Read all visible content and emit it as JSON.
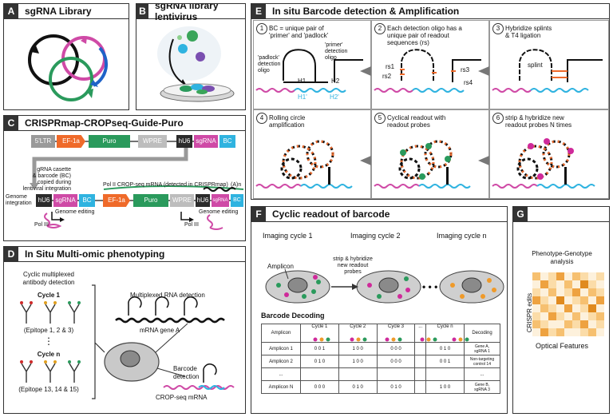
{
  "panels": {
    "A": {
      "letter": "A",
      "title": "sgRNA Library"
    },
    "B": {
      "letter": "B",
      "title": "sgRNA library lentivirus"
    },
    "C": {
      "letter": "C",
      "title": "CRISPRmap-CROPseq-Guide-Puro",
      "ltr5": "5'LTR",
      "ef1a": "EF-1a",
      "puro": "Puro",
      "wpre": "WPRE",
      "hu6": "hU6",
      "sgrna": "sgRNA",
      "bc": "BC",
      "cassette_note": "gRNA casette\n& barcode (BC)\ncopied during\nlentiviral integration",
      "pol2_note": "Pol II CROP-seq mRNA (detected in CRISPRmap)",
      "polya": "(A)n",
      "genome_integration": "Genome\nintegration",
      "genome_editing": "Genome editing",
      "pol3": "Pol III"
    },
    "D": {
      "letter": "D",
      "title": "In Situ Multi-omic phenotyping",
      "antibody_title": "Cyclic multiplexed\nantibody detection",
      "cycle1": "Cycle 1",
      "epitope1": "(Epitope 1, 2 & 3)",
      "ellipsis": "⋮",
      "cyclen": "Cycle n",
      "epitopen": "(Epitope 13, 14 & 15)",
      "rna_title": "Multiplexed RNA detection",
      "mrna_gene": "mRNA gene A",
      "barcode_detection": "Barcode\ndetection",
      "cropseq_mrna": "CROP-seq mRNA"
    },
    "E": {
      "letter": "E",
      "title": "In situ Barcode detection & Amplification",
      "steps": [
        {
          "num": "1",
          "text": "BC = unique pair of\n'primer' and 'padlock'"
        },
        {
          "num": "2",
          "text": "Each detection oligo has a\nunique pair of readout\nsequences (rs)"
        },
        {
          "num": "3",
          "text": "Hybridize splints\n& T4 ligation"
        },
        {
          "num": "4",
          "text": "Rolling circle\namplification"
        },
        {
          "num": "5",
          "text": "Cyclical readout with\nreadout probes"
        },
        {
          "num": "6",
          "text": "strip & hybridize new\nreadout probes N times"
        }
      ],
      "padlock_label": "'padlock'\ndetection\noligo",
      "primer_label": "'primer'\ndetection\noligo",
      "h1": "H1",
      "h2": "H2",
      "h1p": "H1'",
      "h2p": "H2'",
      "rs1": "rs1",
      "rs2": "rs2",
      "rs3": "rs3",
      "rs4": "rs4",
      "splint": "splint"
    },
    "F": {
      "letter": "F",
      "title": "Cyclic readout of barcode",
      "imaging": [
        "Imaging cycle 1",
        "Imaging cycle 2",
        "Imaging cycle n"
      ],
      "amplicon_label": "Amplicon",
      "strip_note": "strip & hybridize\nnew readout\nprobes",
      "dots": "• • •",
      "decoding_title": "Barcode Decoding",
      "table": {
        "headers": [
          "Amplicon",
          "Cycle 1",
          "Cycle 2",
          "Cycle 3",
          "...",
          "Cycle n",
          "Decoding"
        ],
        "rows": [
          {
            "name": "Amplicon 1",
            "bits": [
              "0 0 1",
              "1 0 0",
              "0 0 0",
              "",
              "0 1 0"
            ],
            "decoding": "Gene A,\nsgRNA 1"
          },
          {
            "name": "Amplicon 2",
            "bits": [
              "0 1 0",
              "1 0 0",
              "0 0 0",
              "",
              "0 0 1"
            ],
            "decoding": "Non-targeting\ncontrol 14"
          },
          {
            "name": "...",
            "bits": [
              "",
              "",
              "",
              "",
              ""
            ],
            "decoding": "..."
          },
          {
            "name": "Amplicon N",
            "bits": [
              "0 0 0",
              "0 1 0",
              "0 1 0",
              "",
              "1 0 0"
            ],
            "decoding": "Gene B,\nsgRNA 3"
          }
        ]
      }
    },
    "G": {
      "letter": "G",
      "title": "Phenotype-Genotype\nanalysis",
      "ylabel": "CRISPR edits",
      "xlabel": "Optical Features"
    }
  },
  "colors": {
    "green": "#2a9a5c",
    "pink": "#cf4aa6",
    "cyan": "#2fb3e0",
    "orange": "#ef6a2a",
    "gray": "#8d8d8d",
    "dark": "#2b2b2b",
    "heat": [
      "#fdf1dc",
      "#fbdca8",
      "#f6c070",
      "#eea240",
      "#e08a1e"
    ]
  }
}
